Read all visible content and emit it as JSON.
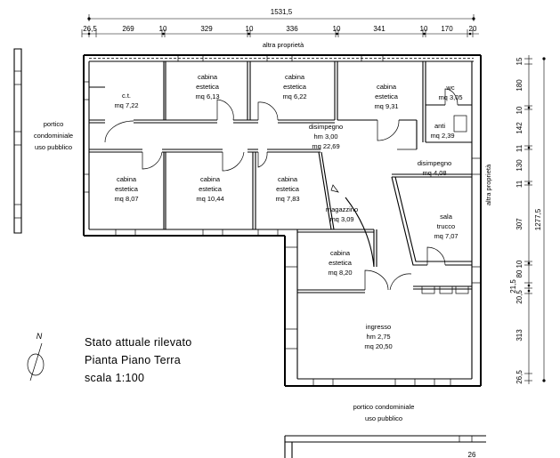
{
  "dimensions": {
    "overall_width": "1531,5",
    "top_segments": [
      "26,5",
      "269",
      "10",
      "329",
      "10",
      "336",
      "10",
      "341",
      "10",
      "170",
      "20"
    ],
    "overall_height": "1277,5",
    "right_segments": [
      "15",
      "180",
      "10",
      "142",
      "11",
      "130",
      "11",
      "307",
      "10",
      "80",
      "21,5",
      "20,5",
      "313",
      "26,5"
    ],
    "bottom_partial": "26"
  },
  "rooms": {
    "ct": [
      "c.t.",
      "mq  7,22"
    ],
    "cab1": [
      "cabina",
      "estetica",
      "mq  6,13"
    ],
    "cab2": [
      "cabina",
      "estetica",
      "mq  6,22"
    ],
    "cab3": [
      "cabina",
      "estetica",
      "mq  9,31"
    ],
    "wc": [
      "wc",
      "mq  3,05"
    ],
    "anti": [
      "anti",
      "mq  2,39"
    ],
    "disimpegno1": [
      "disimpegno",
      "hm  3,00",
      "mq  22,69"
    ],
    "disimpegno2": [
      "disimpegno",
      "mq  4,08"
    ],
    "cab4": [
      "cabina",
      "estetica",
      "mq  8,07"
    ],
    "cab5": [
      "cabina",
      "estetica",
      "mq  10,44"
    ],
    "cab6": [
      "cabina",
      "estetica",
      "mq  7,83"
    ],
    "magazzino": [
      "magazzino",
      "mq  3,09"
    ],
    "sala": [
      "sala",
      "trucco",
      "mq  7,07"
    ],
    "cab7": [
      "cabina",
      "estetica",
      "mq  8,20"
    ],
    "ingresso": [
      "ingresso",
      "hm  2,75",
      "mq  20,50"
    ]
  },
  "exterior": {
    "top": "altra proprietà",
    "right": "altra proprietà",
    "left": [
      "portico",
      "condominiale",
      "uso pubblico"
    ],
    "bottom": [
      "portico  condominiale",
      "uso pubblico"
    ]
  },
  "title_block": [
    "Stato attuale rilevato",
    "Pianta Piano Terra",
    "scala  1:100"
  ],
  "north_label": "N"
}
